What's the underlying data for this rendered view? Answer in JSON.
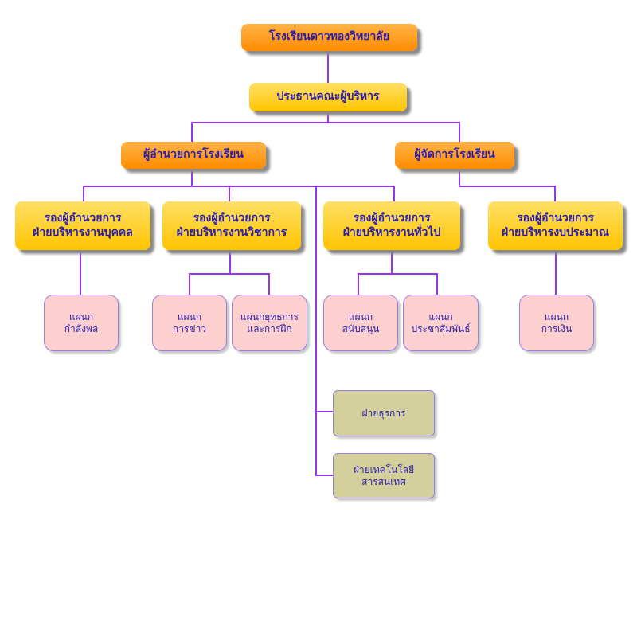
{
  "school": "โรงเรียนดาวทองวิทยาลัย",
  "board": "ประธานคณะผู้บริหาร",
  "director": "ผู้อำนวยการโรงเรียน",
  "manager": "ผู้จัดการโรงเรียน",
  "deputies": [
    {
      "line1": "รองผู้อำนวยการ",
      "line2": "ฝ่ายบริหารงานบุคคล"
    },
    {
      "line1": "รองผู้อำนวยการ",
      "line2": "ฝ่ายบริหารงานวิชาการ"
    },
    {
      "line1": "รองผู้อำนวยการ",
      "line2": "ฝ่ายบริหารงานทั่วไป"
    },
    {
      "line1": "รองผู้อำนวยการ",
      "line2": "ฝ่ายบริหารงบประมาณ"
    }
  ],
  "departments": [
    {
      "line1": "แผนก",
      "line2": "กำลังพล"
    },
    {
      "line1": "แผนก",
      "line2": "การข่าว"
    },
    {
      "line1": "แผนกยุทธการ",
      "line2": "และการฝึก"
    },
    {
      "line1": "แผนก",
      "line2": "สนับสนุน"
    },
    {
      "line1": "แผนก",
      "line2": "ประชาสัมพันธ์"
    },
    {
      "line1": "แผนก",
      "line2": "การเงิน"
    }
  ],
  "units": [
    {
      "line1": "ฝ่ายธุรการ",
      "line2": ""
    },
    {
      "line1": "ฝ่ายเทคโนโลยี",
      "line2": "สารสนเทศ"
    }
  ],
  "colors": {
    "connector": "#9933ee",
    "text": "#2b1fb0",
    "orange_box": "#ff9900",
    "yellow_box": "#ffcc00",
    "department_box": "#fdd0d0",
    "unit_box": "#d4d09c"
  }
}
